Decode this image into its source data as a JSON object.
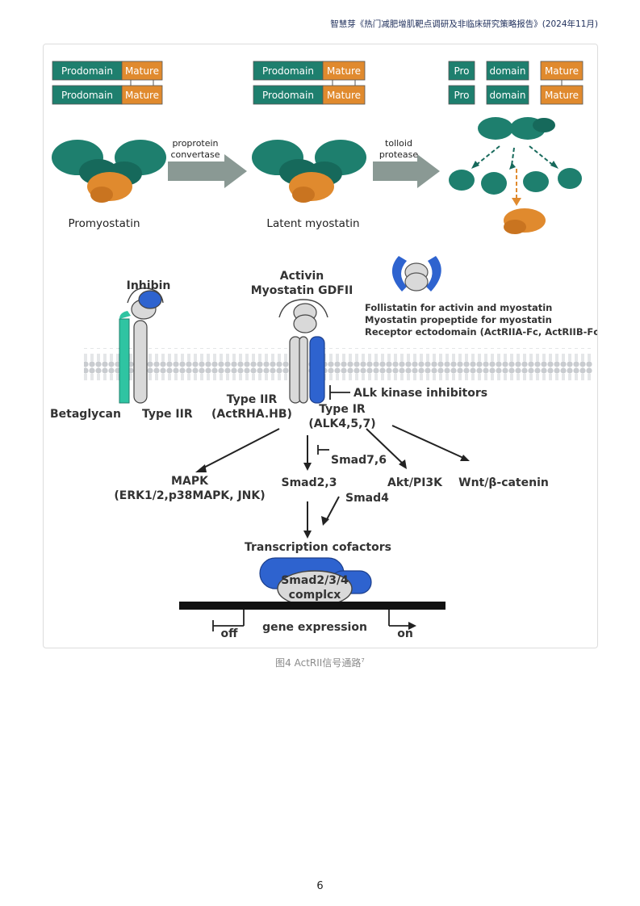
{
  "header": {
    "text": "智慧芽《热门减肥增肌靶点调研及非临床研究策略报告》(2024年11月)"
  },
  "figure": {
    "top": {
      "box_prodomain": "Prodomain",
      "box_mature": "Mature",
      "box_pro": "Pro",
      "box_domain": "domain",
      "arrow1_line1": "proprotein",
      "arrow1_line2": "convertase",
      "arrow2_line1": "tolloid",
      "arrow2_line2": "protease",
      "label_promyostatin": "Promyostatin",
      "label_latent": "Latent myostatin"
    },
    "pathway": {
      "inhibin": "Inhibin",
      "activin": "Activin",
      "myostatin_gdf11": "Myostatin GDFII",
      "antagonist_1": "Follistatin for activin and myostatin",
      "antagonist_2": "Myostatin propeptide for myostatin",
      "antagonist_3": "Receptor ectodomain (ActRIIA-Fc, ActRIIB-Fc)",
      "betaglycan": "Betaglycan",
      "type2r_left": "Type IIR",
      "type2r_center": "Type IIR",
      "actrha": "(ActRHA.HB)",
      "alk_inhibitors": "ALk kinase inhibitors",
      "type1r": "Type IR",
      "alk": "(ALK4,5,7)",
      "smad76": "Smad7,6",
      "mapk": "MAPK",
      "mapk_detail": "(ERK1/2,p38MAPK, JNK)",
      "smad23": "Smad2,3",
      "akt": "Akt/PI3K",
      "wnt": "Wnt/β-catenin",
      "smad4": "Smad4",
      "transcription": "Transcription cofactors",
      "complex_line1": "Smad2/3/4",
      "complex_line2": "complcx",
      "gene_expression": "gene expression",
      "off": "off",
      "on": "on"
    }
  },
  "caption": {
    "text": "图4 ActRII信号通路",
    "ref": "7"
  },
  "page_number": "6",
  "colors": {
    "teal": "#1e7f6e",
    "orange": "#e08a2e",
    "blue": "#2e63cf",
    "arrow_gray": "#8a9994",
    "mint": "#2fc4a2"
  }
}
